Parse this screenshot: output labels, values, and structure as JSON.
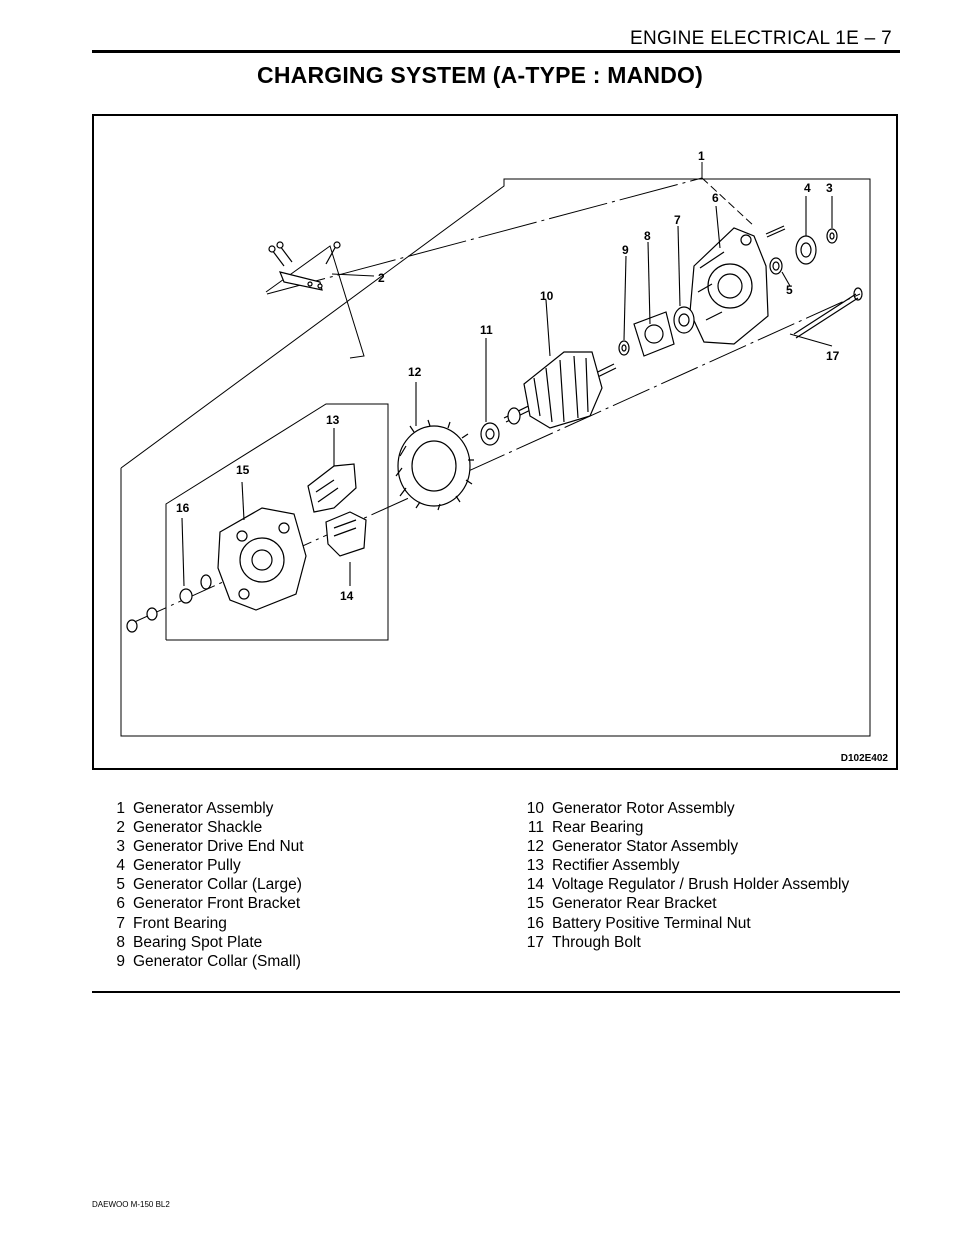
{
  "header": {
    "text": "ENGINE ELECTRICAL  1E – 7"
  },
  "title": "CHARGING SYSTEM (A-TYPE : MANDO)",
  "figure": {
    "code": "D102E402",
    "callouts": [
      "1",
      "2",
      "3",
      "4",
      "5",
      "6",
      "7",
      "8",
      "9",
      "10",
      "11",
      "12",
      "13",
      "14",
      "15",
      "16",
      "17"
    ]
  },
  "legend": {
    "left": [
      {
        "num": "1",
        "text": "Generator Assembly"
      },
      {
        "num": "2",
        "text": "Generator Shackle"
      },
      {
        "num": "3",
        "text": "Generator Drive End Nut"
      },
      {
        "num": "4",
        "text": "Generator Pully"
      },
      {
        "num": "5",
        "text": "Generator Collar (Large)"
      },
      {
        "num": "6",
        "text": "Generator Front Bracket"
      },
      {
        "num": "7",
        "text": "Front Bearing"
      },
      {
        "num": "8",
        "text": "Bearing Spot Plate"
      },
      {
        "num": "9",
        "text": "Generator Collar (Small)"
      }
    ],
    "right": [
      {
        "num": "10",
        "text": "Generator Rotor Assembly"
      },
      {
        "num": "11",
        "text": "Rear Bearing"
      },
      {
        "num": "12",
        "text": "Generator Stator Assembly"
      },
      {
        "num": "13",
        "text": "Rectifier Assembly"
      },
      {
        "num": "14",
        "text": "Voltage Regulator / Brush Holder Assembly"
      },
      {
        "num": "15",
        "text": "Generator Rear Bracket"
      },
      {
        "num": "16",
        "text": "Battery Positive Terminal Nut"
      },
      {
        "num": "17",
        "text": "Through Bolt"
      }
    ]
  },
  "footer": "DAEWOO M-150 BL2"
}
